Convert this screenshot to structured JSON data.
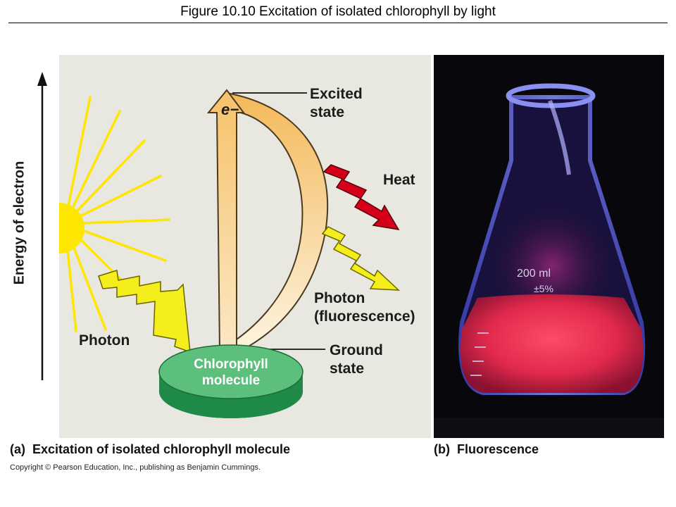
{
  "title": "Figure 10.10  Excitation of isolated chlorophyll by light",
  "axis_label": "Energy of electron",
  "labels": {
    "electron": "e−",
    "excited_state_line1": "Excited",
    "excited_state_line2": "state",
    "heat": "Heat",
    "photon_fluor_line1": "Photon",
    "photon_fluor_line2": "(fluorescence)",
    "ground_state_line1": "Ground",
    "ground_state_line2": "state",
    "photon_in": "Photon",
    "chlorophyll_line1": "Chlorophyll",
    "chlorophyll_line2": "molecule"
  },
  "flask_markings": {
    "volume": "200 ml",
    "tolerance": "±5%"
  },
  "captions": {
    "a_tag": "(a)",
    "a_text": "Excitation of isolated chlorophyll molecule",
    "b_tag": "(b)",
    "b_text": "Fluorescence"
  },
  "copyright": "Copyright © Pearson Education, Inc., publishing as Benjamin Cummings.",
  "colors": {
    "panel_bg": "#e8e7e0",
    "sun": "#ffe600",
    "arrow_fill_top": "#f5c56a",
    "heat": "#d4001a",
    "photon_arrow": "#f4ee1c",
    "chlorophyll_disc": "#5cc07c",
    "fluorescence": "#e8344e"
  },
  "icons": [
    "sun-icon",
    "heat-arrow-icon",
    "photon-arrow-icon",
    "energy-axis-arrow-icon"
  ]
}
